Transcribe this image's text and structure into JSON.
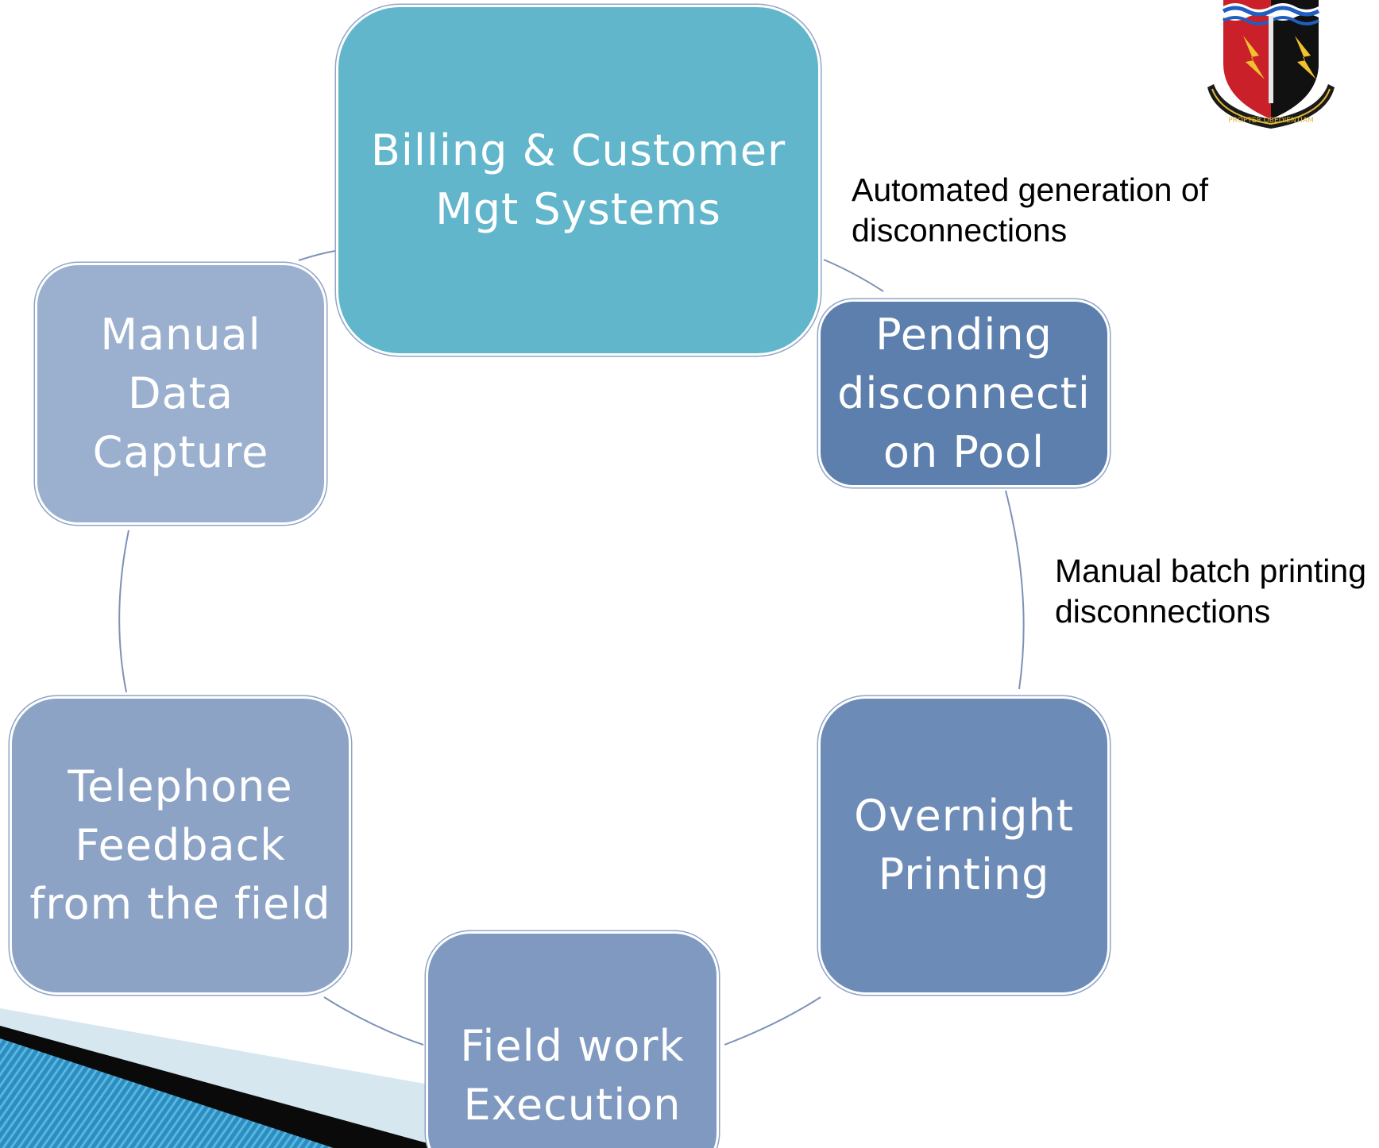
{
  "diagram": {
    "nodes": {
      "billing": {
        "label": "Billing & Customer\nMgt Systems",
        "color": "#62b6cc"
      },
      "pending": {
        "label": "Pending\ndisconnecti\non Pool",
        "color": "#5c7fad"
      },
      "overnight": {
        "label": "Overnight\nPrinting",
        "color": "#6d8bb7"
      },
      "fieldwork": {
        "label": "Field work\nExecution",
        "color": "#7f99c0"
      },
      "telephone": {
        "label": "Telephone\nFeedback\nfrom the field",
        "color": "#8ca3c6"
      },
      "manual": {
        "label": "Manual\nData\nCapture",
        "color": "#9bb0cf"
      }
    },
    "annotations": {
      "automated": "Automated generation of\ndisconnections",
      "batch": "Manual batch printing\ndisconnections"
    },
    "connector_color": "#7d92b8"
  },
  "logo": {
    "motto": "PROPTER OBEDIENTIAM"
  }
}
